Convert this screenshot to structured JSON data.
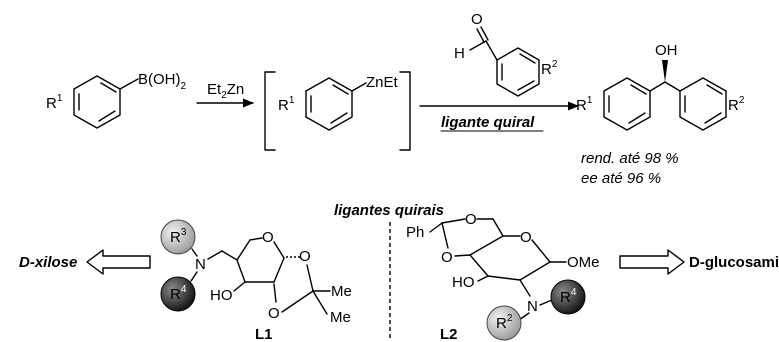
{
  "reaction": {
    "boronic_acid_group": "B(OH)",
    "boronic_acid_sub": "2",
    "r_letter": "R",
    "r1_sup": "1",
    "r2_sup": "2",
    "r3_sup": "3",
    "r4_sup": "4",
    "reagent_main": "Et",
    "reagent_sub": "2",
    "reagent_tail": "Zn",
    "intermediate_group": "ZnEt",
    "aldehyde_o": "O",
    "aldehyde_h": "H",
    "ligand_label": "ligante quiral",
    "product_oh": "OH",
    "yield_note": "rend. até 98 %",
    "ee_note": "ee até 96 %"
  },
  "ligands": {
    "header": "ligantes quirais",
    "left_source": "D-xilose",
    "right_source": "D-glucosamina",
    "l1_label": "L1",
    "l2_label": "L2",
    "n_atom": "N",
    "o_atom": "O",
    "ho_group": "HO",
    "me_group": "Me",
    "ome_group": "OMe",
    "ph_group": "Ph"
  }
}
